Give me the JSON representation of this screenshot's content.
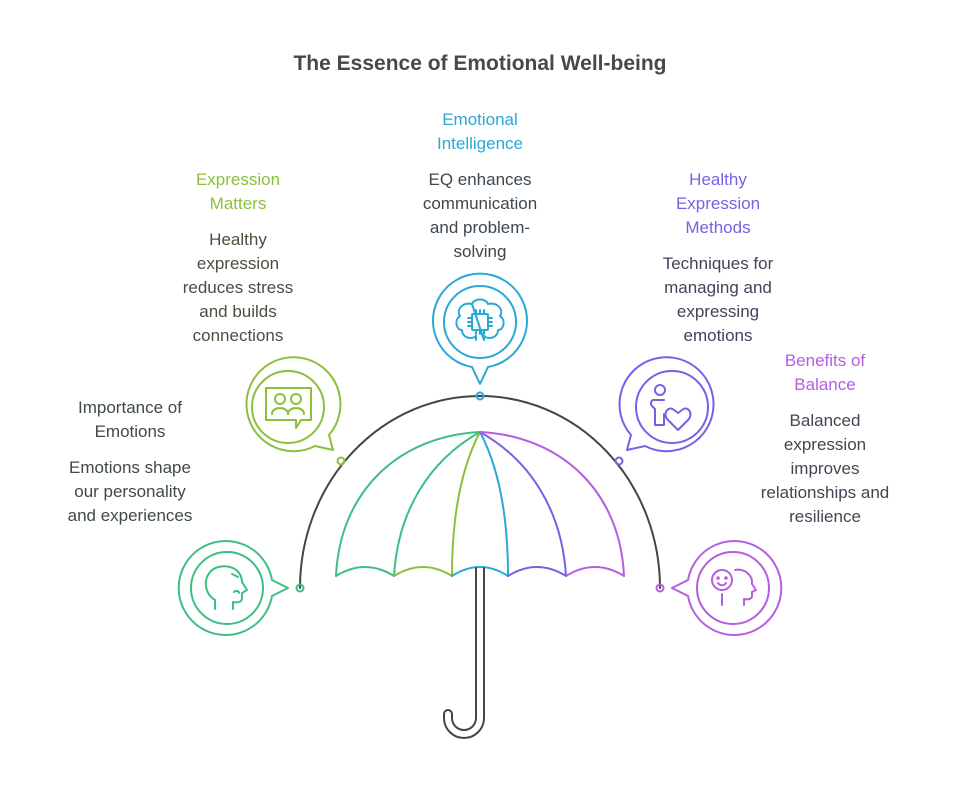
{
  "title": "The Essence of Emotional Well-being",
  "colors": {
    "green": "#3cbf82",
    "lime": "#8bbf3c",
    "blue": "#2aa8d6",
    "violet": "#7a5ee8",
    "purple": "#b45ee0",
    "arc": "#454545",
    "text_dark": "#3f4a46"
  },
  "sections": [
    {
      "id": "importance",
      "title": "Importance of Emotions",
      "title_lines": [
        "Importance of",
        "Emotions"
      ],
      "description_lines": [
        "Emotions shape",
        "our personality",
        "and experiences"
      ],
      "icon": "head-profile-icon",
      "color": "#3cbf82",
      "title_color": "#3f4a46",
      "text_color": "#3f4a46"
    },
    {
      "id": "expression",
      "title": "Expression Matters",
      "title_lines": [
        "Expression",
        "Matters"
      ],
      "description_lines": [
        "Healthy",
        "expression",
        "reduces stress",
        "and builds",
        "connections"
      ],
      "icon": "people-chat-icon",
      "color": "#8bbf3c",
      "title_color": "#8bbf3c",
      "text_color": "#4a4f3e"
    },
    {
      "id": "intelligence",
      "title": "Emotional Intelligence",
      "title_lines": [
        "Emotional",
        "Intelligence"
      ],
      "description_lines": [
        "EQ enhances",
        "communication",
        "and problem-",
        "solving"
      ],
      "icon": "brain-chip-icon",
      "color": "#2aa8d6",
      "title_color": "#2aa8d6",
      "text_color": "#3d474f"
    },
    {
      "id": "methods",
      "title": "Healthy Expression Methods",
      "title_lines": [
        "Healthy",
        "Expression",
        "Methods"
      ],
      "description_lines": [
        "Techniques for",
        "managing and",
        "expressing",
        "emotions"
      ],
      "icon": "person-heart-icon",
      "color": "#7a5ee8",
      "title_color": "#7a5ee8",
      "text_color": "#45425a"
    },
    {
      "id": "balance",
      "title": "Benefits of Balance",
      "title_lines": [
        "Benefits of",
        "Balance"
      ],
      "description_lines": [
        "Balanced",
        "expression",
        "improves",
        "relationships and",
        "resilience"
      ],
      "icon": "smile-head-icon",
      "color": "#b45ee0",
      "title_color": "#b45ee0",
      "text_color": "#4a4253"
    }
  ]
}
